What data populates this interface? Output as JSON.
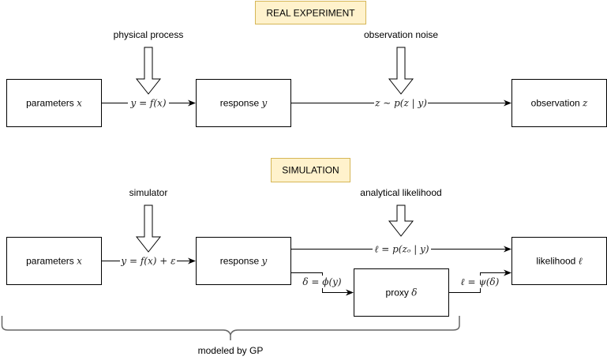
{
  "sections": {
    "real": {
      "label": "REAL EXPERIMENT",
      "process_top_labels": [
        "physical process",
        "observation noise"
      ],
      "boxes": [
        {
          "text": "parameters ",
          "var": "x"
        },
        {
          "text": "response ",
          "var": "y"
        },
        {
          "text": "observation ",
          "var": "z"
        }
      ],
      "edges": [
        {
          "label": "y = f(x)"
        },
        {
          "label": "z ∼ p(z | y)"
        }
      ]
    },
    "simulation": {
      "label": "SIMULATION",
      "process_top_labels": [
        "simulator",
        "analytical likelihood"
      ],
      "boxes": [
        {
          "text": "parameters ",
          "var": "x"
        },
        {
          "text": "response ",
          "var": "y"
        },
        {
          "text": "proxy ",
          "var": "δ"
        },
        {
          "text": "likelihood ",
          "var": "ℓ"
        }
      ],
      "edges": [
        {
          "label": "y = f(x) + ε"
        },
        {
          "label": "ℓ = p(zₒ | y)"
        },
        {
          "label": "δ = ϕ(y)"
        },
        {
          "label": "ℓ = ψ(δ)"
        }
      ],
      "brace_label": "modeled by GP"
    }
  },
  "colors": {
    "label_fill": "#fff2cc",
    "label_stroke": "#d6b656",
    "line": "#000000",
    "brace": "#666666"
  }
}
